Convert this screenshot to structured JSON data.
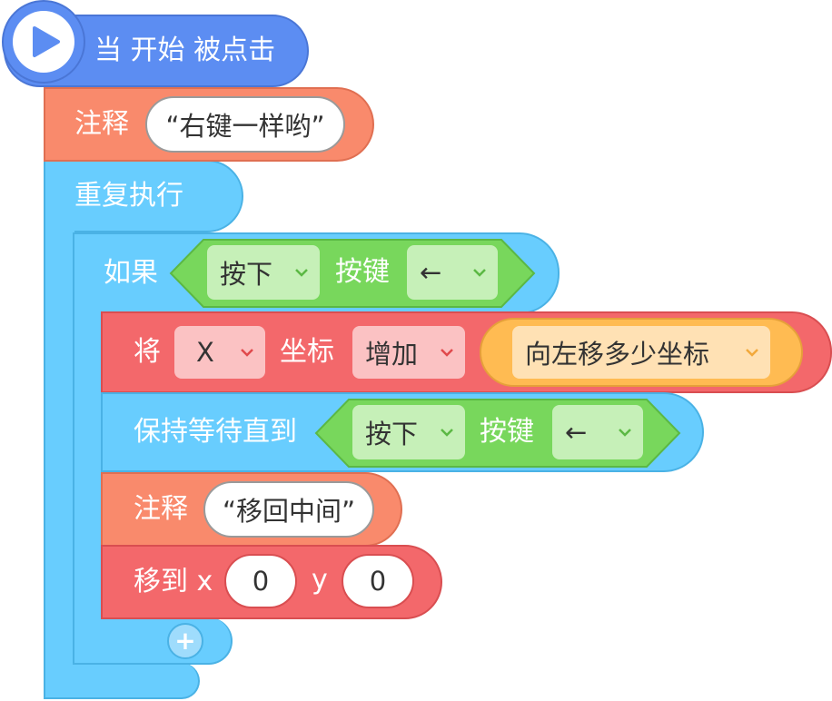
{
  "hat": {
    "label": "当 开始 被点击",
    "icon": "play-icon"
  },
  "comment1": {
    "label": "注释",
    "text": "“右键一样哟”"
  },
  "forever": {
    "label": "重复执行"
  },
  "if_block": {
    "label": "如果",
    "condition": {
      "action": "按下",
      "key_label": "按键",
      "key": "←"
    }
  },
  "change_block": {
    "label": "将",
    "axis": "X",
    "coord_label": "坐标",
    "op": "增加",
    "variable": "向左移多少坐标"
  },
  "wait_block": {
    "label": "保持等待直到",
    "condition": {
      "action": "按下",
      "key_label": "按键",
      "key": "←"
    }
  },
  "comment2": {
    "label": "注释",
    "text": "“移回中间”"
  },
  "goto_block": {
    "label": "移到 x",
    "x": "0",
    "y_label": "y",
    "y": "0"
  },
  "add_button": {
    "symbol": "+"
  },
  "colors": {
    "hat": "#5c8df2",
    "comment": "#f98a6c",
    "control": "#68cdfe",
    "sensing": "#78d75c",
    "motion": "#f3686b",
    "variable": "#ffbb52"
  }
}
